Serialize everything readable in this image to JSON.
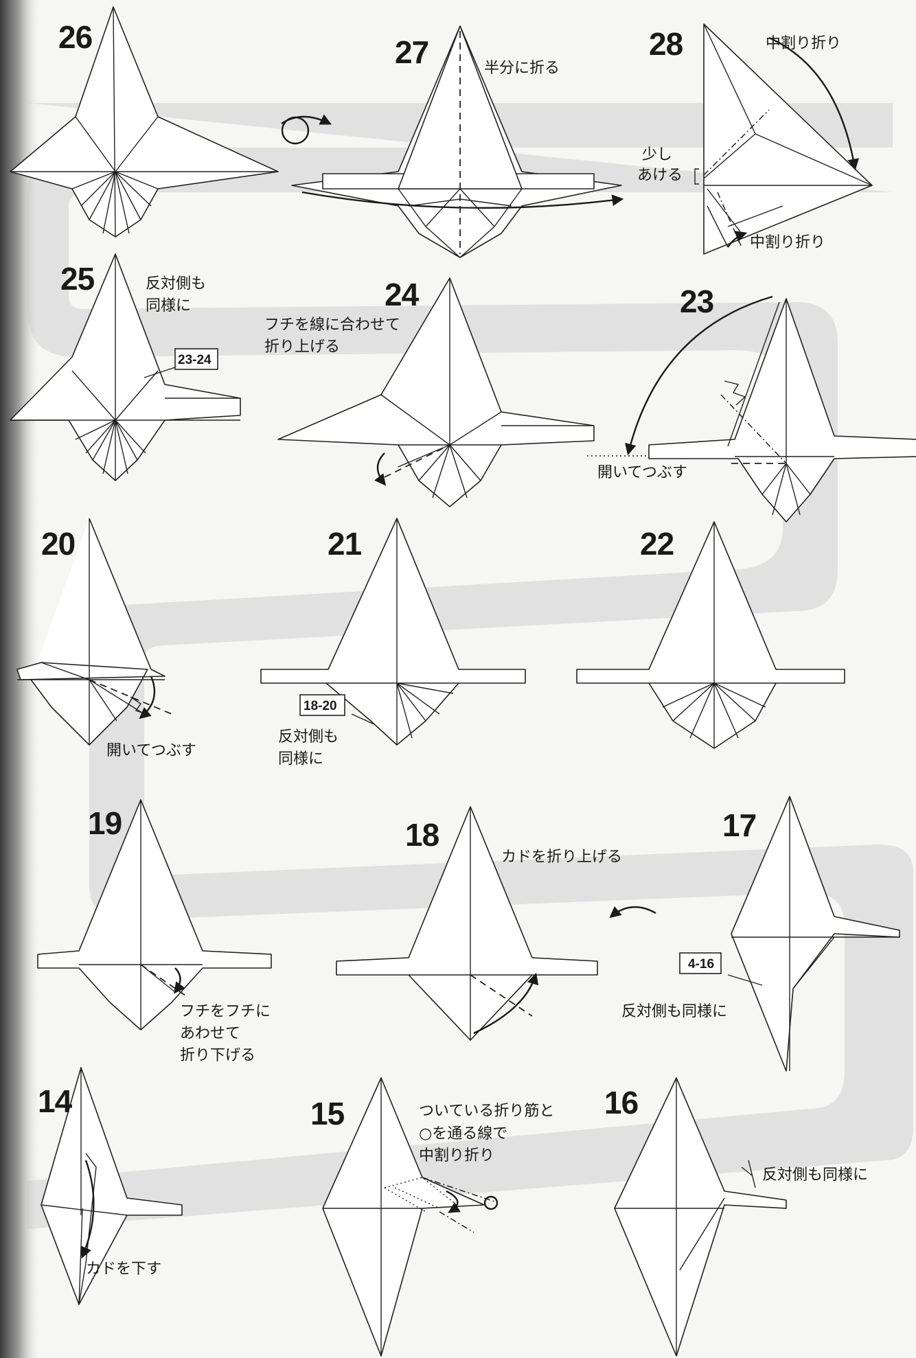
{
  "steps": [
    {
      "num": "26"
    },
    {
      "num": "27"
    },
    {
      "num": "28"
    },
    {
      "num": "25"
    },
    {
      "num": "24"
    },
    {
      "num": "23"
    },
    {
      "num": "20"
    },
    {
      "num": "21"
    },
    {
      "num": "22"
    },
    {
      "num": "19"
    },
    {
      "num": "18"
    },
    {
      "num": "17"
    },
    {
      "num": "14"
    },
    {
      "num": "15"
    },
    {
      "num": "16"
    }
  ],
  "notes": {
    "s27_fold_half": "半分に折る",
    "s28_inside_reverse_top": "中割り折り",
    "s28_leave_gap_1": "少し",
    "s28_leave_gap_2": "あける",
    "s28_inside_reverse_bottom": "中割り折り",
    "s25_same_other_1": "反対側も",
    "s25_same_other_2": "同様に",
    "s24_align_1": "フチを線に合わせて",
    "s24_align_2": "折り上げる",
    "s23_squash": "開いてつぶす",
    "s20_squash": "開いてつぶす",
    "s21_same_other_1": "反対側も",
    "s21_same_other_2": "同様に",
    "s18_fold_corner": "カドを折り上げる",
    "s17_same_other": "反対側も同様に",
    "s19_edge_1": "フチをフチに",
    "s19_edge_2": "あわせて",
    "s19_edge_3": "折り下げる",
    "s14_corner_down": "カドを下す",
    "s15_line_1": "ついている折り筋と",
    "s15_line_2": "○を通る線で",
    "s15_line_3": "中割り折り",
    "s16_same_other": "反対側も同様に"
  },
  "refs": {
    "r25": "23-24",
    "r21": "18-20",
    "r17": "4-16"
  },
  "colors": {
    "paper": "#ffffff",
    "line": "#222222",
    "background": "#f6f6f4",
    "guide_band": "#dcdcdc",
    "binding_shadow": "#555555"
  },
  "icons": {
    "turn_over": "turn-over-icon",
    "flow": "flow-arrow-icon"
  }
}
